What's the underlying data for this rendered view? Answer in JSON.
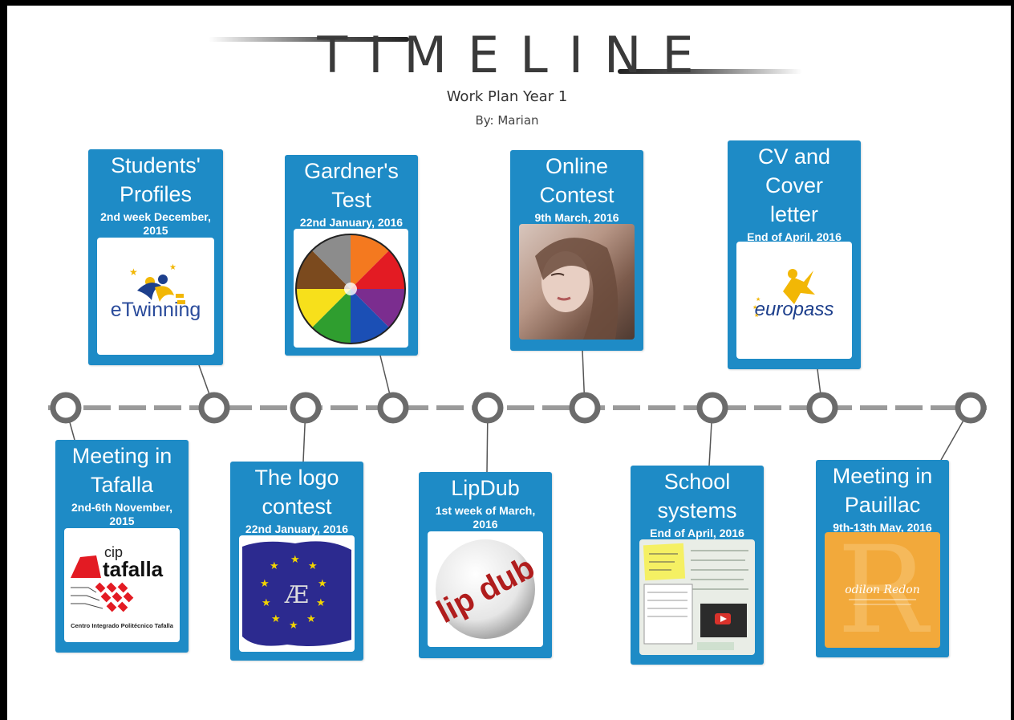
{
  "header": {
    "title": "TIMELINE",
    "subtitle": "Work Plan Year 1",
    "author": "By: Marian"
  },
  "colors": {
    "card": "#1e8bc6",
    "track": "#6b6b6b",
    "dash": "#9a9a9a"
  },
  "events": [
    {
      "title": "Students' Profiles",
      "date": "2nd week December, 2015",
      "image": "etwinning-logo",
      "image_text": "eTwinning"
    },
    {
      "title": "Gardner's Test",
      "date": "22nd January, 2016",
      "image": "multiple-intelligences-wheel"
    },
    {
      "title": "Online Contest",
      "date": "9th March, 2016",
      "image": "student-photo"
    },
    {
      "title": "CV and Cover letter",
      "date": "End of April, 2016",
      "image": "europass-logo",
      "image_text": "europass"
    },
    {
      "title": "Meeting in Tafalla",
      "date": "2nd-6th November, 2015",
      "image": "cip-tafalla-logo",
      "image_text": {
        "small": "cip",
        "big": "tafalla",
        "caption": "Centro Integrado Politécnico Tafalla"
      }
    },
    {
      "title": "The logo contest",
      "date": "22nd January, 2016",
      "image": "eu-logo-drawing"
    },
    {
      "title": "LipDub",
      "date": "1st week of March, 2016",
      "image": "lipdub-logo",
      "image_text": "lip dub"
    },
    {
      "title": "School systems",
      "date": "End of April, 2016",
      "image": "school-systems-notes"
    },
    {
      "title": "Meeting in Pauillac",
      "date": "9th-13th May, 2016",
      "image": "odilon-redon-logo",
      "image_text": "odilon Redon"
    }
  ]
}
